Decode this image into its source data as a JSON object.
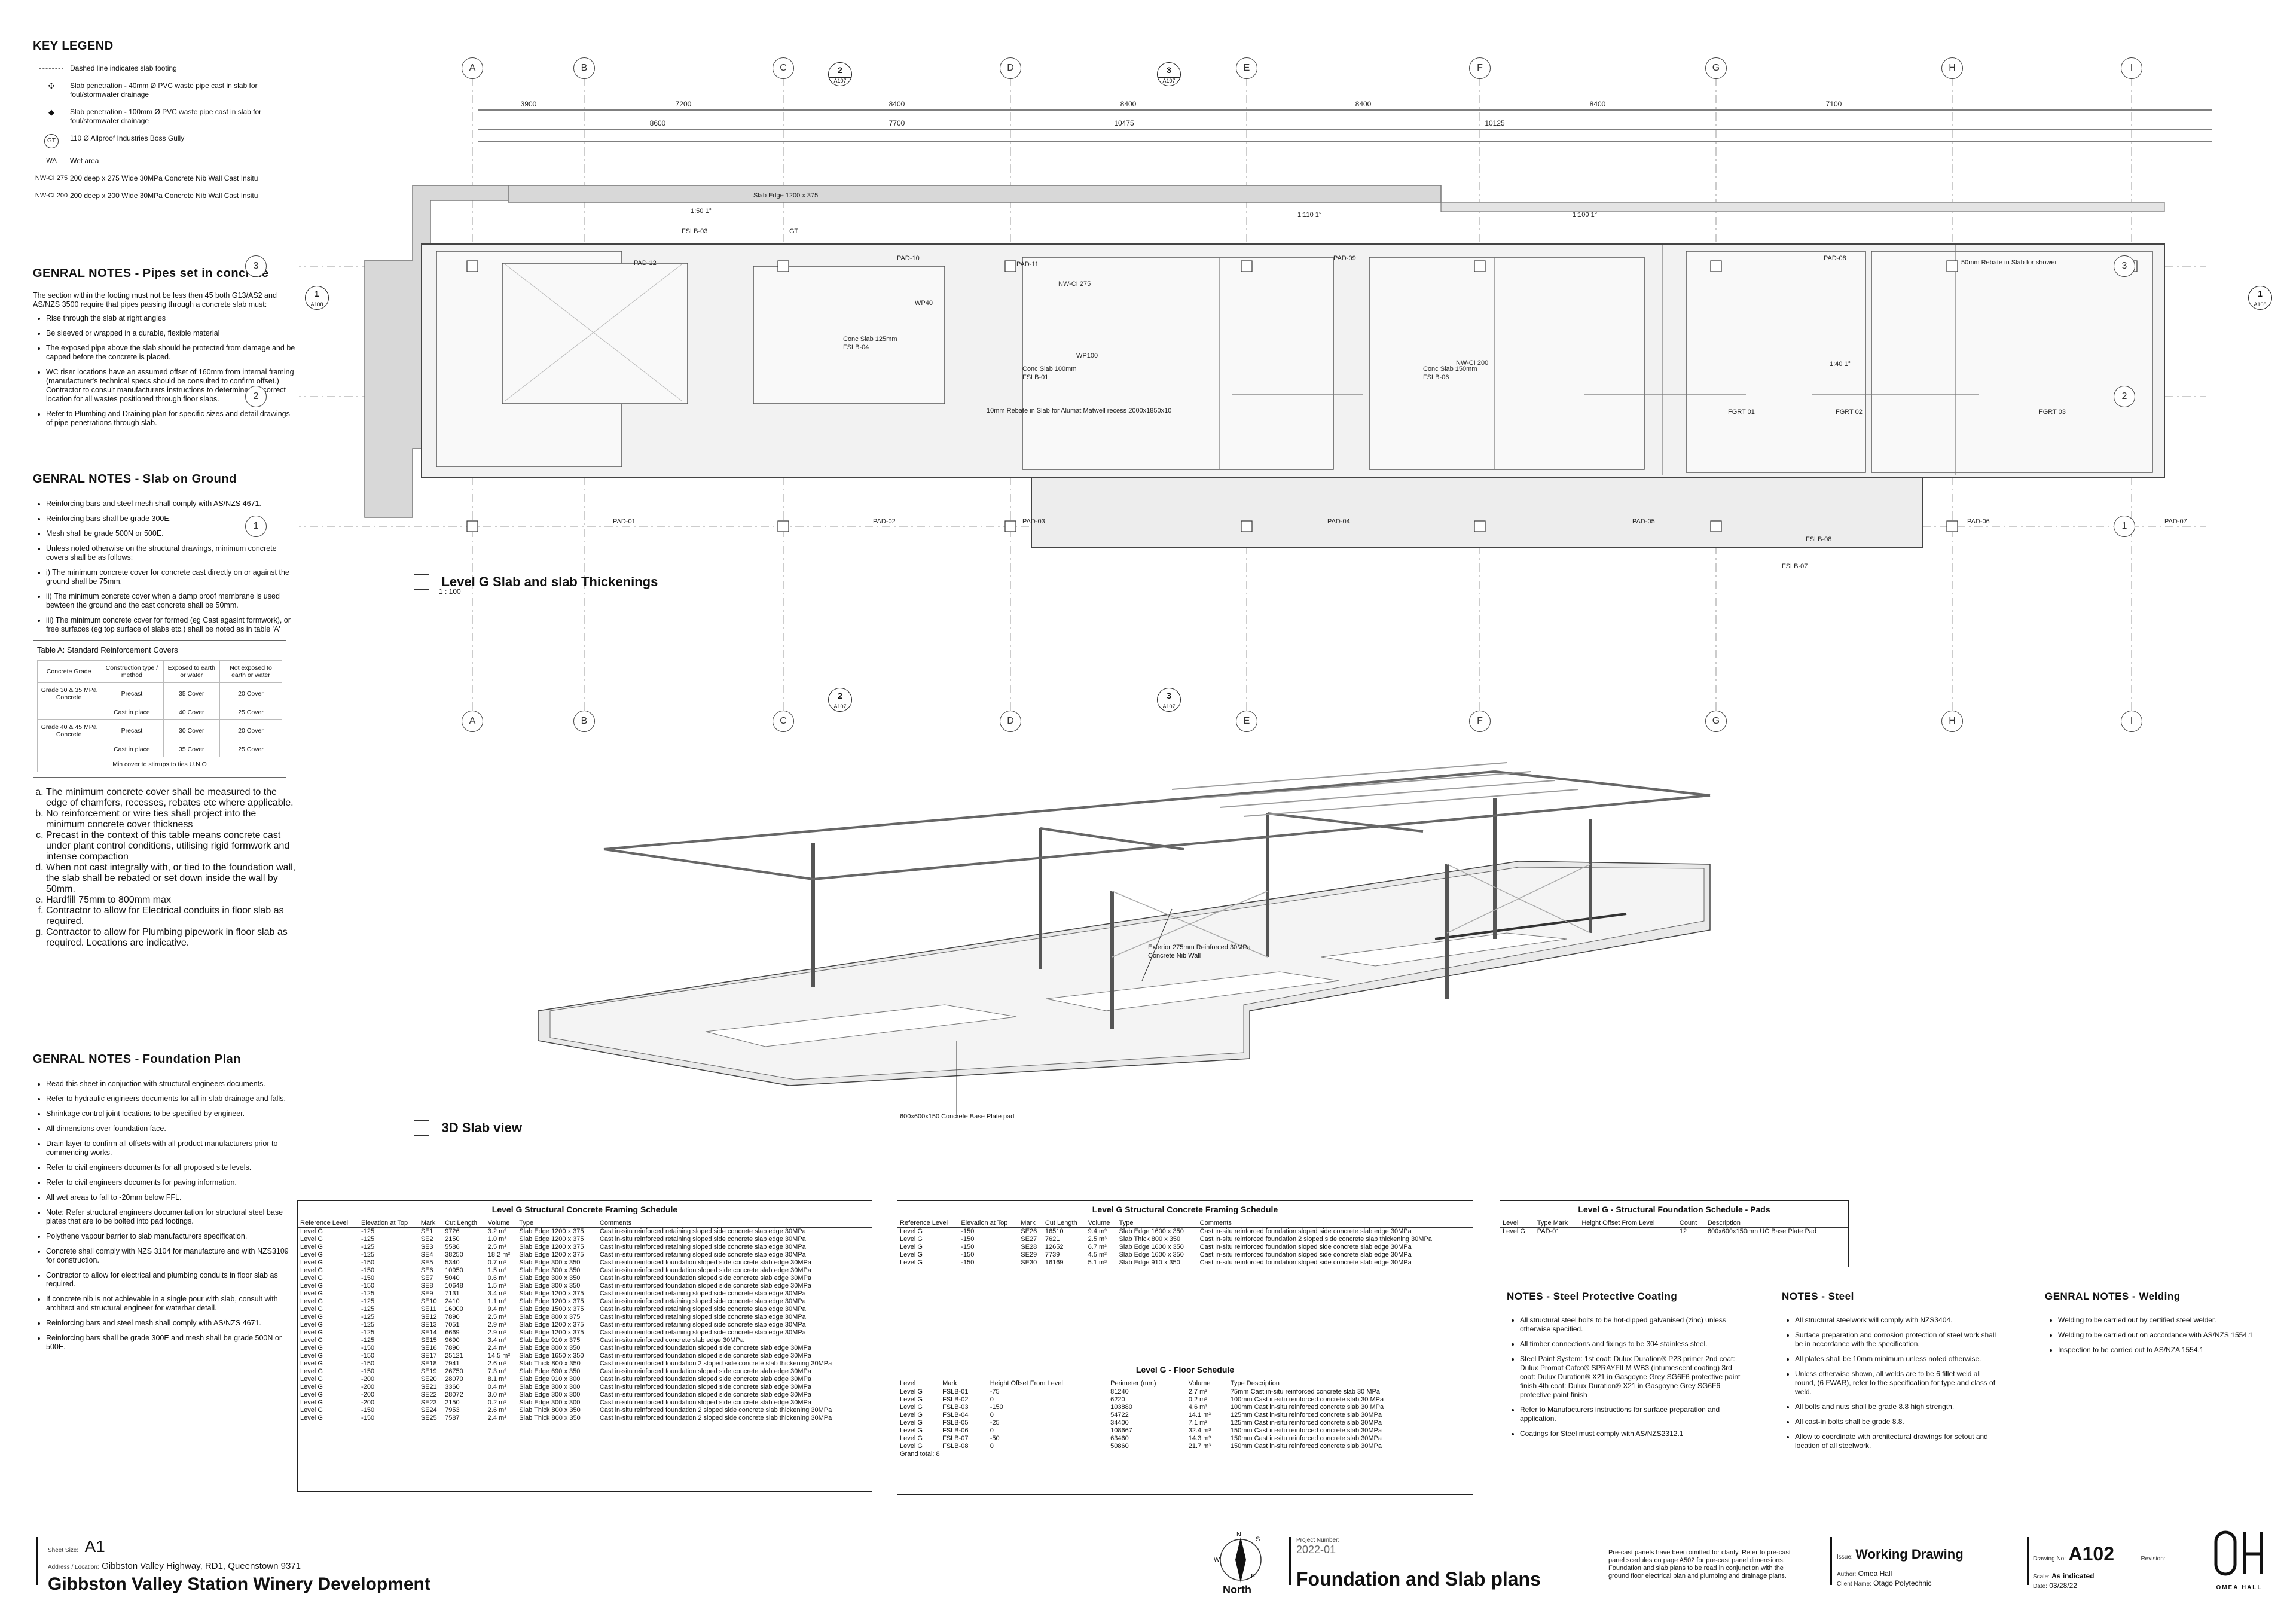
{
  "key_legend": {
    "title": "KEY LEGEND",
    "items": [
      {
        "symbol": "",
        "text": "Dashed line indicates slab footing"
      },
      {
        "symbol": "",
        "text": "Slab penetration - 40mm Ø PVC waste pipe cast in slab for foul/stormwater drainage"
      },
      {
        "symbol": "",
        "text": "Slab penetration - 100mm Ø PVC waste pipe cast in slab for foul/stormwater drainage"
      },
      {
        "symbol": "GT",
        "text": "110 Ø Allproof Industries Boss Gully"
      },
      {
        "symbol": "WA",
        "text": "Wet area"
      },
      {
        "symbol": "NW-CI 275",
        "text": "200 deep x 275 Wide 30MPa Concrete Nib Wall Cast Insitu"
      },
      {
        "symbol": "NW-CI 200",
        "text": "200 deep x 200 Wide 30MPa Concrete Nib Wall Cast Insitu"
      }
    ]
  },
  "notes_pipes": {
    "title": "GENRAL NOTES - Pipes set in concrete",
    "intro": "The section within the footing must not be less then 45 both G13/AS2 and AS/NZS 3500 require that pipes passing through a concrete slab must:",
    "items": [
      "Rise through the slab at right angles",
      "Be sleeved or wrapped in a durable, flexible material",
      "The exposed pipe above the slab should be protected from damage and be capped before the concrete is placed.",
      "WC riser locations have an assumed offset of 160mm from internal framing (manufacturer's technical specs should be consulted to confirm offset.) Contractor to consult manufacturers instructions to determine the correct location for all wastes positioned through floor slabs.",
      "Refer to Plumbing and Draining plan for specific sizes and detail drawings of pipe penetrations through slab."
    ]
  },
  "notes_slab": {
    "title": "GENRAL NOTES - Slab on Ground",
    "items": [
      "Reinforcing bars and steel mesh shall comply with AS/NZS 4671.",
      "Reinforcing bars shall be grade 300E.",
      "Mesh shall be grade 500N or 500E.",
      "Unless noted otherwise on the structural drawings, minimum concrete covers shall be as follows:",
      "i) The minimum concrete cover for concrete cast directly on or against the ground shall be 75mm.",
      "ii) The minimum concrete cover when a damp proof membrane is used bewteen the ground and the cast concrete shall be 50mm.",
      "iii) The minimum concrete cover for formed (eg Cast agasint formwork), or free surfaces (eg top surface of slabs etc.) shall be noted as in table 'A'"
    ],
    "table_title": "Table A: Standard Reinforcement Covers",
    "table_headers": [
      "Concrete Grade",
      "Construction type / method",
      "Exposed to earth or water",
      "Not exposed to earth or water"
    ],
    "table_rows": [
      [
        "Grade 30 & 35 MPa Concrete",
        "Precast",
        "35 Cover",
        "20 Cover"
      ],
      [
        "",
        "Cast in place",
        "40 Cover",
        "25 Cover"
      ],
      [
        "Grade 40 & 45 MPa Concrete",
        "Precast",
        "30 Cover",
        "20 Cover"
      ],
      [
        "",
        "Cast in place",
        "35 Cover",
        "25 Cover"
      ]
    ],
    "table_footer": "Min cover to stirrups to ties U.N.O",
    "items_after": [
      "The minimum concrete cover shall be measured to the edge of chamfers, recesses, rebates etc where applicable.",
      "No reinforcement or wire ties shall project into the minimum concrete cover thickness",
      "Precast in the context of this table means concrete cast under plant control conditions, utilising rigid formwork and intense compaction",
      "When not cast integrally with, or tied to the foundation wall, the slab shall be rebated or set down inside the wall by 50mm.",
      "Hardfill 75mm to 800mm max",
      "Contractor to allow for Electrical conduits in floor slab as required.",
      "Contractor to allow for Plumbing pipework in floor slab as required. Locations are indicative."
    ]
  },
  "notes_foundation": {
    "title": "GENRAL NOTES - Foundation Plan",
    "items": [
      "Read this sheet in conjuction with structural engineers documents.",
      "Refer to hydraulic engineers documents for all in-slab drainage and falls.",
      "Shrinkage control joint locations to be specified by engineer.",
      "All dimensions over foundation face.",
      "Drain layer to confirm all offsets with all product manufacturers prior to commencing works.",
      "Refer to civil engineers documents for all proposed site levels.",
      "Refer to civil engineers documents for paving information.",
      "All wet areas to fall to -20mm below FFL.",
      "Note: Refer structural engineers documentation for structural steel base plates that are to be bolted into pad footings.",
      "Polythene vapour barrier to slab manufacturers specification.",
      "Concrete shall comply with NZS 3104 for manufacture and with NZS3109 for construction.",
      "Contractor to allow for electrical and plumbing conduits in floor slab as required.",
      "If concrete nib is not achievable in a single pour with slab, consult with architect and structural engineer for waterbar detail.",
      "Reinforcing bars and steel mesh shall comply with AS/NZS 4671.",
      "Reinforcing bars shall be grade 300E and mesh shall be grade 500N or 500E."
    ]
  },
  "plan": {
    "grid_letters": [
      "A",
      "B",
      "C",
      "D",
      "E",
      "F",
      "G",
      "H",
      "I"
    ],
    "grid_numbers": [
      "3",
      "2",
      "1"
    ],
    "top_dims": [
      "3900",
      "7200",
      "8400",
      "8400",
      "8400",
      "8400",
      "7100"
    ],
    "second_dims": [
      "8600",
      "7700",
      "10475",
      "10125"
    ],
    "section_markers": [
      {
        "num": "2",
        "ref": "A107"
      },
      {
        "num": "3",
        "ref": "A107"
      }
    ],
    "side_markers": [
      {
        "num": "1",
        "ref": "A108"
      }
    ],
    "labels": [
      "Slab Edge 1200 x 375",
      "FSLB-03",
      "Conc Slab 125mm",
      "FSLB-04",
      "Conc Slab 100mm",
      "FSLB-01",
      "Conc Slab 150mm",
      "FSLB-06",
      "FSLB-07",
      "FSLB-08",
      "PAD-01",
      "PAD-02",
      "PAD-03",
      "PAD-04",
      "PAD-05",
      "PAD-06",
      "PAD-07",
      "PAD-08",
      "PAD-09",
      "PAD-10",
      "PAD-11",
      "PAD-12",
      "WP100",
      "WP40",
      "GT",
      "NW-CI 275",
      "NW-CI 200",
      "FGRT 01",
      "FGRT 02",
      "FGRT 03",
      "1:50 1°",
      "1:40 1°",
      "1:100 1°",
      "1:110 1°",
      "50mm Rebate in Slab for shower",
      "10mm Rebate in Slab for Alumat Matwell recess 2000x1850x10"
    ],
    "view_title": "Level G Slab and slab Thickenings",
    "view_scale": "1 : 100"
  },
  "view3d": {
    "title": "3D Slab view",
    "callout_wall": "Exterior 275mm Reinforced 30MPa Concrete Nib Wall",
    "callout_pad": "600x600x150 Concrete Base Plate pad"
  },
  "schedule1": {
    "title": "Level G Structural Concrete Framing Schedule",
    "headers": [
      "Reference Level",
      "Elevation at Top",
      "Mark",
      "Cut Length",
      "Volume",
      "Type",
      "Comments"
    ],
    "rows": [
      [
        "Level G",
        "-125",
        "SE1",
        "9726",
        "3.2 m³",
        "Slab Edge 1200 x 375",
        "Cast in-situ reinforced retaining sloped side concrete slab edge 30MPa"
      ],
      [
        "Level G",
        "-125",
        "SE2",
        "2150",
        "1.0 m³",
        "Slab Edge 1200 x 375",
        "Cast in-situ reinforced retaining sloped side concrete slab edge 30MPa"
      ],
      [
        "Level G",
        "-125",
        "SE3",
        "5586",
        "2.5 m³",
        "Slab Edge 1200 x 375",
        "Cast in-situ reinforced retaining sloped side concrete slab edge 30MPa"
      ],
      [
        "Level G",
        "-125",
        "SE4",
        "38250",
        "18.2 m³",
        "Slab Edge 1200 x 375",
        "Cast in-situ reinforced retaining sloped side concrete slab edge 30MPa"
      ],
      [
        "Level G",
        "-150",
        "SE5",
        "5340",
        "0.7 m³",
        "Slab Edge 300 x 350",
        "Cast in-situ reinforced foundation sloped side concrete slab edge 30MPa"
      ],
      [
        "Level G",
        "-150",
        "SE6",
        "10950",
        "1.5 m³",
        "Slab Edge 300 x 350",
        "Cast in-situ reinforced foundation sloped side concrete slab edge 30MPa"
      ],
      [
        "Level G",
        "-150",
        "SE7",
        "5040",
        "0.6 m³",
        "Slab Edge 300 x 350",
        "Cast in-situ reinforced foundation sloped side concrete slab edge 30MPa"
      ],
      [
        "Level G",
        "-150",
        "SE8",
        "10648",
        "1.5 m³",
        "Slab Edge 300 x 350",
        "Cast in-situ reinforced foundation sloped side concrete slab edge 30MPa"
      ],
      [
        "Level G",
        "-125",
        "SE9",
        "7131",
        "3.4 m³",
        "Slab Edge 1200 x 375",
        "Cast in-situ reinforced retaining sloped side concrete slab edge 30MPa"
      ],
      [
        "Level G",
        "-125",
        "SE10",
        "2410",
        "1.1 m³",
        "Slab Edge 1200 x 375",
        "Cast in-situ reinforced retaining sloped side concrete slab edge 30MPa"
      ],
      [
        "Level G",
        "-125",
        "SE11",
        "16000",
        "9.4 m³",
        "Slab Edge 1500 x 375",
        "Cast in-situ reinforced retaining sloped side concrete slab edge 30MPa"
      ],
      [
        "Level G",
        "-125",
        "SE12",
        "7890",
        "2.5 m³",
        "Slab Edge 800 x 375",
        "Cast in-situ reinforced retaining sloped side concrete slab edge 30MPa"
      ],
      [
        "Level G",
        "-125",
        "SE13",
        "7051",
        "2.9 m³",
        "Slab Edge 1200 x 375",
        "Cast in-situ reinforced retaining sloped side concrete slab edge 30MPa"
      ],
      [
        "Level G",
        "-125",
        "SE14",
        "6669",
        "2.9 m³",
        "Slab Edge 1200 x 375",
        "Cast in-situ reinforced retaining sloped side concrete slab edge 30MPa"
      ],
      [
        "Level G",
        "-125",
        "SE15",
        "9690",
        "3.4 m³",
        "Slab Edge 910 x 375",
        "Cast in-situ reinforced concrete slab edge 30MPa"
      ],
      [
        "Level G",
        "-150",
        "SE16",
        "7890",
        "2.4 m³",
        "Slab Edge 800 x 350",
        "Cast in-situ reinforced foundation sloped side concrete slab edge 30MPa"
      ],
      [
        "Level G",
        "-150",
        "SE17",
        "25121",
        "14.5 m³",
        "Slab Edge 1650 x 350",
        "Cast in-situ reinforced foundation sloped side concrete slab edge 30MPa"
      ],
      [
        "Level G",
        "-150",
        "SE18",
        "7941",
        "2.6 m³",
        "Slab Thick 800 x 350",
        "Cast in-situ reinforced foundation 2 sloped side concrete slab thickening 30MPa"
      ],
      [
        "Level G",
        "-150",
        "SE19",
        "26750",
        "7.3 m³",
        "Slab Edge 690 x 350",
        "Cast in-situ reinforced foundation sloped side concrete slab edge 30MPa"
      ],
      [
        "Level G",
        "-200",
        "SE20",
        "28070",
        "8.1 m³",
        "Slab Edge 910 x 300",
        "Cast in-situ reinforced foundation sloped side concrete slab edge 30MPa"
      ],
      [
        "Level G",
        "-200",
        "SE21",
        "3360",
        "0.4 m³",
        "Slab Edge 300 x 300",
        "Cast in-situ reinforced foundation sloped side concrete slab edge 30MPa"
      ],
      [
        "Level G",
        "-200",
        "SE22",
        "28072",
        "3.0 m³",
        "Slab Edge 300 x 300",
        "Cast in-situ reinforced foundation sloped side concrete slab edge 30MPa"
      ],
      [
        "Level G",
        "-200",
        "SE23",
        "2150",
        "0.2 m³",
        "Slab Edge 300 x 300",
        "Cast in-situ reinforced foundation sloped side concrete slab edge 30MPa"
      ],
      [
        "Level G",
        "-150",
        "SE24",
        "7953",
        "2.6 m³",
        "Slab Thick 800 x 350",
        "Cast in-situ reinforced foundation 2 sloped side concrete slab thickening 30MPa"
      ],
      [
        "Level G",
        "-150",
        "SE25",
        "7587",
        "2.4 m³",
        "Slab Thick 800 x 350",
        "Cast in-situ reinforced foundation 2 sloped side concrete slab thickening 30MPa"
      ]
    ]
  },
  "schedule2": {
    "title": "Level G Structural Concrete Framing Schedule",
    "headers": [
      "Reference Level",
      "Elevation at Top",
      "Mark",
      "Cut Length",
      "Volume",
      "Type",
      "Comments"
    ],
    "rows": [
      [
        "Level G",
        "-150",
        "SE26",
        "16510",
        "9.4 m³",
        "Slab Edge 1600 x 350",
        "Cast in-situ reinforced foundation sloped side concrete slab edge 30MPa"
      ],
      [
        "Level G",
        "-150",
        "SE27",
        "7621",
        "2.5 m³",
        "Slab Thick 800 x 350",
        "Cast in-situ reinforced foundation 2 sloped side concrete slab thickening 30MPa"
      ],
      [
        "Level G",
        "-150",
        "SE28",
        "12652",
        "6.7 m³",
        "Slab Edge 1600 x 350",
        "Cast in-situ reinforced foundation sloped side concrete slab edge 30MPa"
      ],
      [
        "Level G",
        "-150",
        "SE29",
        "7739",
        "4.5 m³",
        "Slab Edge 1600 x 350",
        "Cast in-situ reinforced foundation sloped side concrete slab edge 30MPa"
      ],
      [
        "Level G",
        "-150",
        "SE30",
        "16169",
        "5.1 m³",
        "Slab Edge 910 x 350",
        "Cast in-situ reinforced foundation sloped side concrete slab edge 30MPa"
      ]
    ]
  },
  "schedule_pads": {
    "title": "Level G - Structural Foundation Schedule - Pads",
    "headers": [
      "Level",
      "Type Mark",
      "Height Offset From Level",
      "Count",
      "Description"
    ],
    "rows": [
      [
        "Level G",
        "PAD-01",
        "",
        "12",
        "600x600x150mm UC Base Plate Pad"
      ]
    ]
  },
  "schedule_floor": {
    "title": "Level G - Floor Schedule",
    "headers": [
      "Level",
      "Mark",
      "Height Offset From Level",
      "Perimeter (mm)",
      "Volume",
      "Type Description"
    ],
    "rows": [
      [
        "Level G",
        "FSLB-01",
        "-75",
        "81240",
        "2.7 m³",
        "75mm Cast in-situ reinforced concrete slab 30 MPa"
      ],
      [
        "Level G",
        "FSLB-02",
        "0",
        "6220",
        "0.2 m³",
        "100mm Cast in-situ reinforced concrete slab 30 MPa"
      ],
      [
        "Level G",
        "FSLB-03",
        "-150",
        "103880",
        "4.6 m³",
        "100mm Cast in-situ reinforced concrete slab 30 MPa"
      ],
      [
        "Level G",
        "FSLB-04",
        "0",
        "54722",
        "14.1 m³",
        "125mm Cast in-situ reinforced concrete slab 30MPa"
      ],
      [
        "Level G",
        "FSLB-05",
        "-25",
        "34400",
        "7.1 m³",
        "125mm Cast in-situ reinforced concrete slab 30MPa"
      ],
      [
        "Level G",
        "FSLB-06",
        "0",
        "108667",
        "32.4 m³",
        "150mm Cast in-situ reinforced concrete slab 30MPa"
      ],
      [
        "Level G",
        "FSLB-07",
        "-50",
        "63460",
        "14.3 m³",
        "150mm Cast in-situ reinforced concrete slab 30MPa"
      ],
      [
        "Level G",
        "FSLB-08",
        "0",
        "50860",
        "21.7 m³",
        "150mm Cast in-situ reinforced concrete slab 30MPa"
      ]
    ],
    "total": "Grand total: 8"
  },
  "notes_coating": {
    "title": "NOTES - Steel Protective Coating",
    "items": [
      "All structural steel bolts to be hot-dipped galvanised (zinc) unless otherwise specified.",
      "All timber connections and fixings to be 304 stainless steel.",
      "Steel Paint System: 1st coat: Dulux Duration® P23 primer 2nd coat: Dulux Promat Cafco® SPRAYFILM WB3 (intumescent coating) 3rd coat: Dulux Duration® X21 in Gasgoyne Grey SG6F6 protective paint finish 4th coat: Dulux Duration® X21 in Gasgoyne Grey SG6F6 protective paint finish",
      "Refer to Manufacturers instructions for surface preparation and application.",
      "Coatings for Steel must comply with AS/NZS2312.1"
    ]
  },
  "notes_steel": {
    "title": "NOTES - Steel",
    "items": [
      "All structural steelwork will comply with NZS3404.",
      "Surface preparation and corrosion protection of steel work shall be in accordance with the specification.",
      "All plates shall be 10mm minimum unless noted otherwise.",
      "Unless otherwise shown, all welds are to be 6 fillet weld all round, (6 FWAR), refer to the specification for type and class of weld.",
      "All bolts and nuts shall be grade 8.8 high strength.",
      "All cast-in bolts shall be grade 8.8.",
      "Allow to coordinate with architectural drawings for setout and location of all steelwork."
    ]
  },
  "notes_welding": {
    "title": "GENRAL NOTES - Welding",
    "items": [
      "Welding to be carried out by certified steel welder.",
      "Welding to be carried out on accordance with AS/NZS 1554.1",
      "Inspection to be carried out to AS/NZA 1554.1"
    ]
  },
  "title_block": {
    "sheet_size_label": "Sheet Size:",
    "sheet_size": "A1",
    "address_label": "Address / Location:",
    "address": "Gibbston Valley Highway, RD1, Queenstown 9371",
    "project_name": "Gibbston Valley Station Winery Development",
    "north_label": "North",
    "compass": [
      "N",
      "S",
      "E",
      "W"
    ],
    "project_number_label": "Project Number:",
    "project_number": "2022-01",
    "drawing_title": "Foundation and Slab plans",
    "note": "Pre-cast panels have been omitted for clarity. Refer to pre-cast panel scedules on page A502 for pre-cast panel dimensions. Foundation and slab plans to be read in conjunction with the ground floor electrical plan and plumbing and drainage plans.",
    "issue_label": "Issue:",
    "issue": "Working Drawing",
    "author_label": "Author:",
    "author": "Omea Hall",
    "client_label": "Client Name:",
    "client": "Otago Polytechnic",
    "drawing_no_label": "Drawing No:",
    "drawing_no": "A102",
    "revision_label": "Revision:",
    "scale_label": "Scale:",
    "scale": "As indicated",
    "date_label": "Date:",
    "date": "03/28/22",
    "logo_text": "OMEA HALL"
  }
}
